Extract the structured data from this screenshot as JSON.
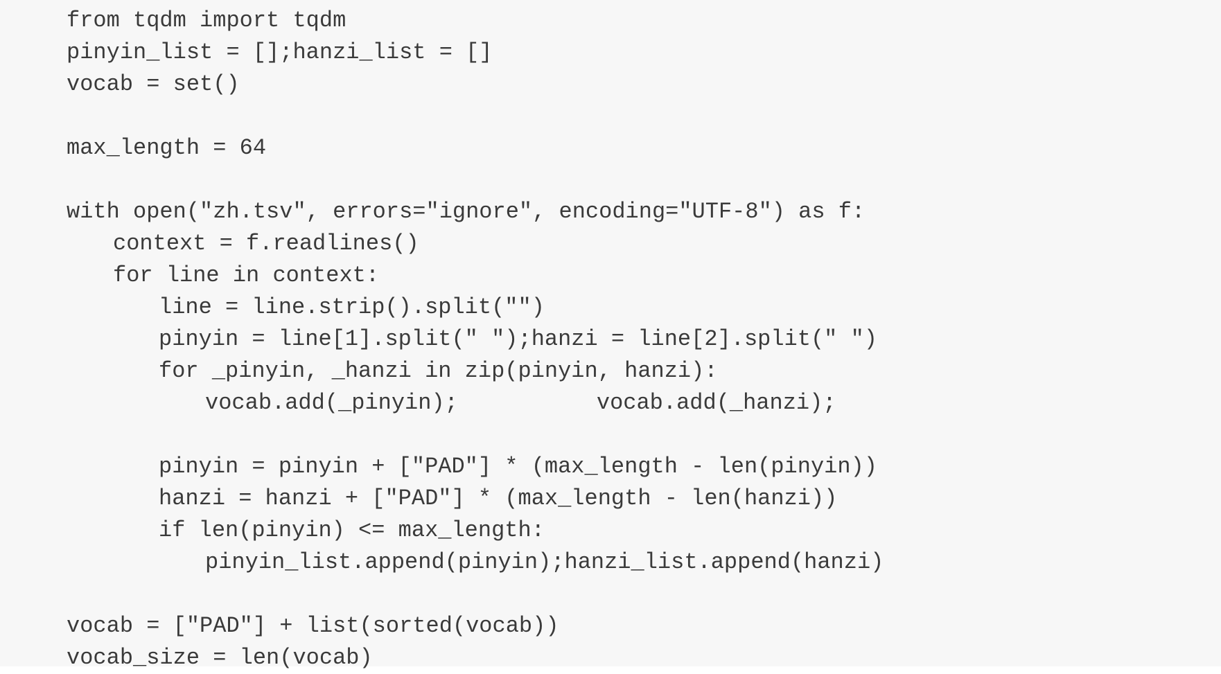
{
  "code": {
    "lines": [
      "from tqdm import tqdm",
      "pinyin_list = [];hanzi_list = []",
      "vocab = set()",
      "",
      "max_length = 64",
      "",
      "with open(\"zh.tsv\", errors=\"ignore\", encoding=\"UTF-8\") as f:",
      "context = f.readlines()",
      "for line in context:",
      "line = line.strip().split(\"\")",
      "pinyin = line[1].split(\" \");hanzi = line[2].split(\" \")",
      "for _pinyin, _hanzi in zip(pinyin, hanzi):",
      "vocab.add(_pinyin);",
      "vocab.add(_hanzi);",
      "",
      "pinyin = pinyin + [\"PAD\"] * (max_length - len(pinyin))",
      "hanzi = hanzi + [\"PAD\"] * (max_length - len(hanzi))",
      "if len(pinyin) <= max_length:",
      "pinyin_list.append(pinyin);hanzi_list.append(hanzi)",
      "",
      "vocab = [\"PAD\"] + list(sorted(vocab))",
      "vocab_size = len(vocab)"
    ]
  }
}
